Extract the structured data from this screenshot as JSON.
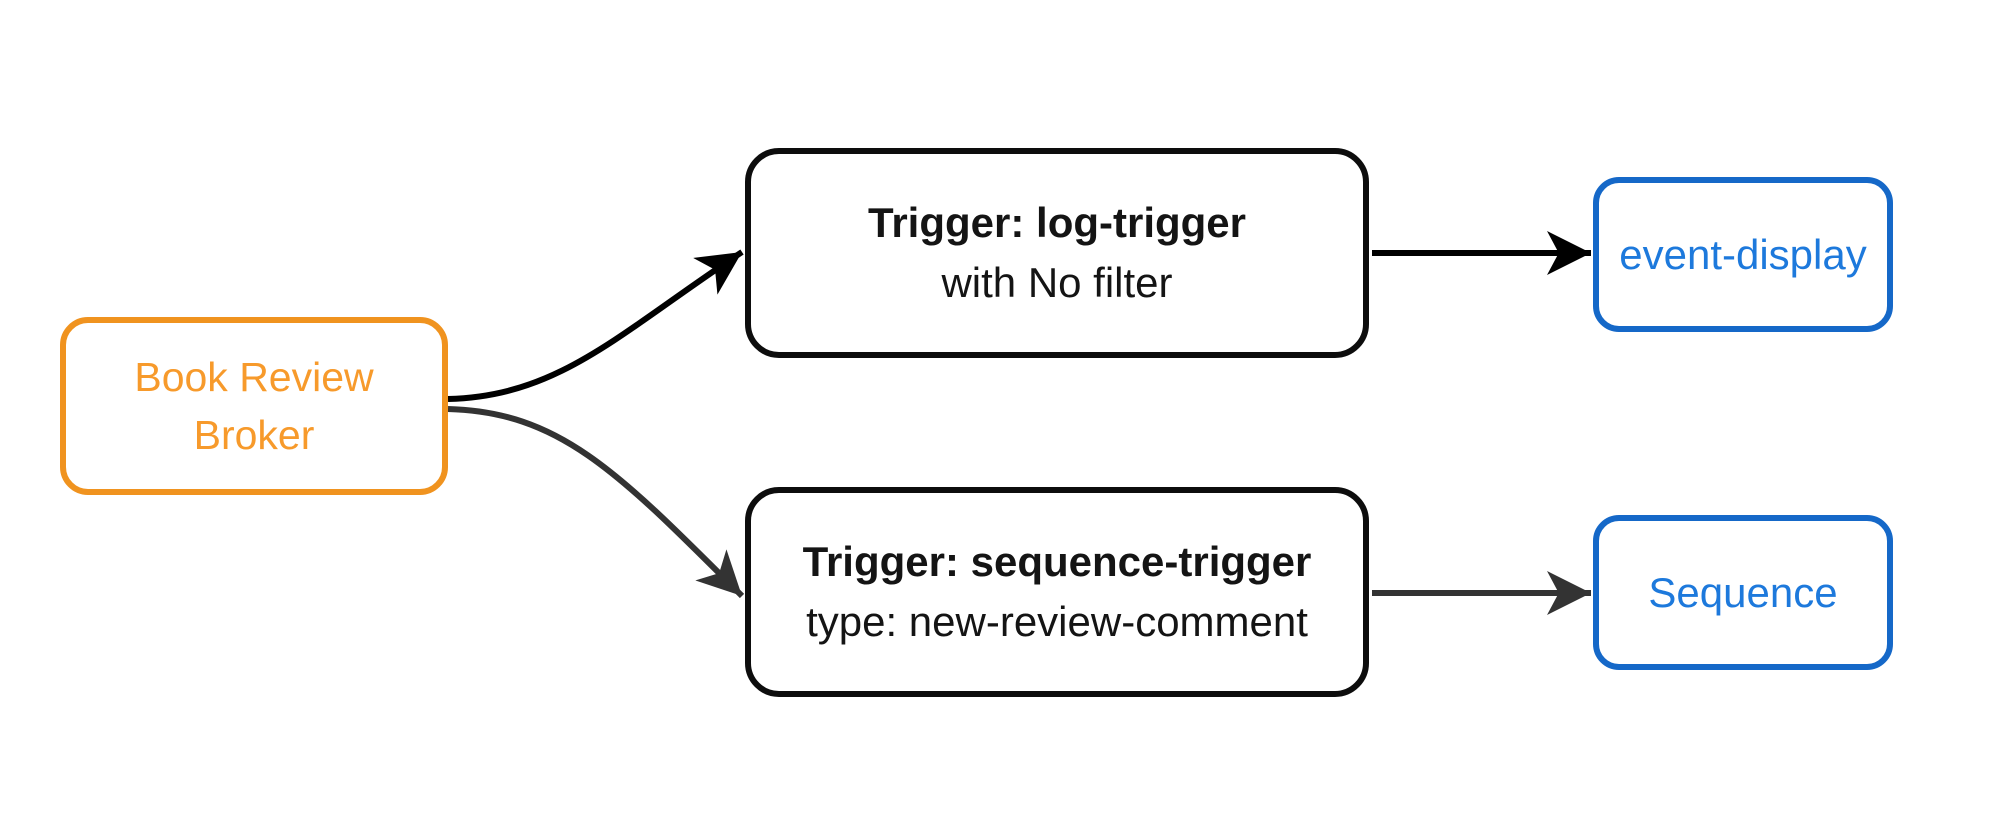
{
  "diagram": {
    "type": "flowchart",
    "direction": "left-to-right",
    "nodes": {
      "broker": {
        "id": "book-review-broker",
        "lines": [
          "Book Review",
          "Broker"
        ]
      },
      "trigger_log": {
        "id": "log-trigger",
        "title": "Trigger: log-trigger",
        "subtitle": "with No filter"
      },
      "trigger_sequence": {
        "id": "sequence-trigger",
        "title": "Trigger: sequence-trigger",
        "subtitle": "type: new-review-comment"
      },
      "event_display": {
        "id": "event-display",
        "label": "event-display"
      },
      "sequence": {
        "id": "sequence",
        "label": "Sequence"
      }
    },
    "edges": [
      {
        "from": "book-review-broker",
        "to": "log-trigger",
        "color": "#000000"
      },
      {
        "from": "book-review-broker",
        "to": "sequence-trigger",
        "color": "#333333"
      },
      {
        "from": "log-trigger",
        "to": "event-display",
        "color": "#000000"
      },
      {
        "from": "sequence-trigger",
        "to": "sequence",
        "color": "#333333"
      }
    ]
  },
  "colors": {
    "bg": "#FFFFFF",
    "orange_border": "#F0931F",
    "orange_text": "#F79A2B",
    "blue_border": "#1568C8",
    "blue_text": "#1D79DC",
    "node_border": "#0D0D0D",
    "node_text": "#141414",
    "edge_black": "#000000",
    "edge_gray": "#333333"
  }
}
